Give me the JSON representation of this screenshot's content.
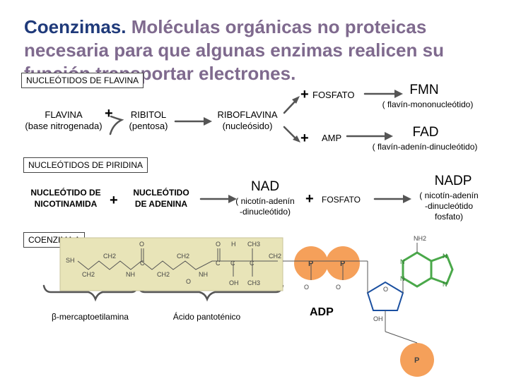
{
  "title": {
    "lead": "Coenzimas.",
    "rest": " Moléculas orgánicas no proteicas necesaria para que algunas enzimas realicen su función transportar electrones."
  },
  "sections": {
    "flavina": "NUCLEÓTIDOS DE FLAVINA",
    "piridina": "NUCLEÓTIDOS DE PIRIDINA",
    "coenzima_a": "COENZIMA A"
  },
  "flavina": {
    "base_name": "FLAVINA",
    "base_desc": "(base nitrogenada)",
    "ribitol_name": "RIBITOL",
    "ribitol_desc": "(pentosa)",
    "riboflavina_name": "RIBOFLAVINA",
    "riboflavina_desc": "(nucleósido)",
    "fosfato": "FOSFATO",
    "amp": "AMP",
    "fmn": "FMN",
    "fmn_desc": "( flavín-mononucleótido)",
    "fad": "FAD",
    "fad_desc": "( flavín-adenín-dinucleótido)"
  },
  "piridina": {
    "nic_line1": "NUCLEÓTIDO DE",
    "nic_line2": "NICOTINAMIDA",
    "ade_line1": "NUCLEÓTIDO",
    "ade_line2": "DE ADENINA",
    "nad": "NAD",
    "nad_desc1": "( nicotín-adenín",
    "nad_desc2": "-dinucleótido)",
    "fosfato": "FOSFATO",
    "nadp": "NADP",
    "nadp_desc1": "( nicotín-adenín",
    "nadp_desc2": "-dinucleótido",
    "nadp_desc3": "fosfato)"
  },
  "plus": "+",
  "coenzima_a": {
    "chain": [
      "SH",
      "CH2",
      "CH2",
      "NH",
      "C",
      "CH2",
      "CH2",
      "NH",
      "C",
      "C",
      "C",
      "CH2"
    ],
    "chain_top": [
      "O",
      "O",
      "H",
      "CH3"
    ],
    "chain_bottom": [
      "O",
      "OH",
      "CH3"
    ],
    "label_left": "β-mercaptoetilamina",
    "label_right": "Ácido pantoténico",
    "adp": "ADP",
    "p": "P",
    "nh2": "NH2",
    "n": "N",
    "o": "O",
    "oh": "OH"
  },
  "colors": {
    "title_lead": "#1f3a7a",
    "title_rest": "#7f6a8e",
    "arrow": "#555555",
    "chain_bg": "#e8e4b8",
    "phosphate": "#f5a05a",
    "adenine": "#4aa84a",
    "ring": "#1a4fa0"
  }
}
